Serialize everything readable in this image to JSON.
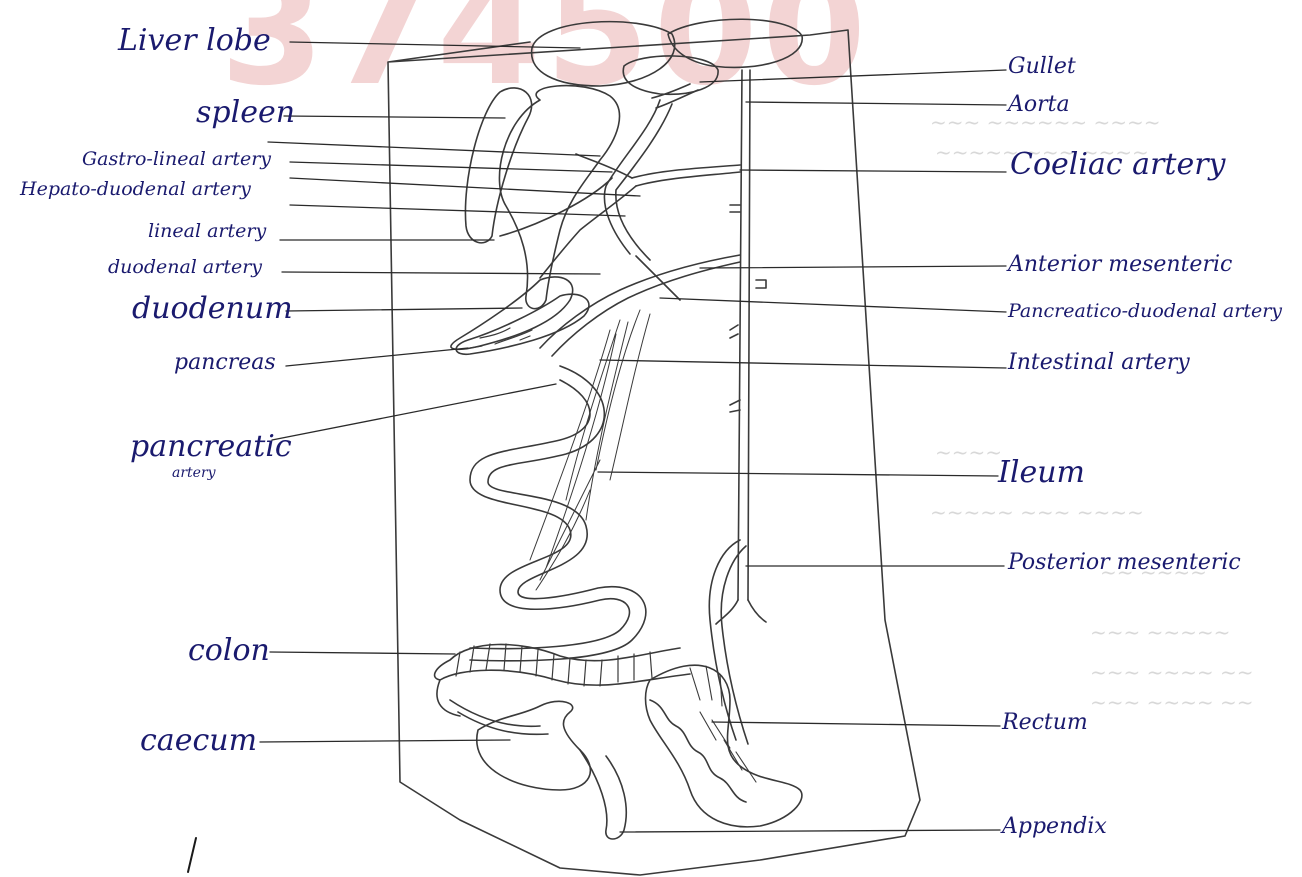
{
  "watermark": "374500",
  "labels": {
    "liver_lobe": "Liver lobe",
    "spleen": "spleen",
    "gastro_lineal_artery": "Gastro-lineal artery",
    "hepato_duodenal_artery": "Hepato-duodenal artery",
    "lineal_artery": "lineal artery",
    "duodenal_artery": "duodenal artery",
    "duodenum": "duodenum",
    "pancreas": "pancreas",
    "pancreatic_artery_line1": "pancreatic",
    "pancreatic_artery_line2": "artery",
    "colon": "colon",
    "caecum": "caecum",
    "gullet": "Gullet",
    "aorta": "Aorta",
    "coeliac_artery": "Coeliac artery",
    "anterior_mesenteric": "Anterior mesenteric",
    "pancreatico_duodenal_artery": "Pancreatico-duodenal artery",
    "intestinal_artery": "Intestinal artery",
    "ileum": "Ileum",
    "posterior_mesenteric": "Posterior mesenteric",
    "rectum": "Rectum",
    "appendix": "Appendix"
  }
}
